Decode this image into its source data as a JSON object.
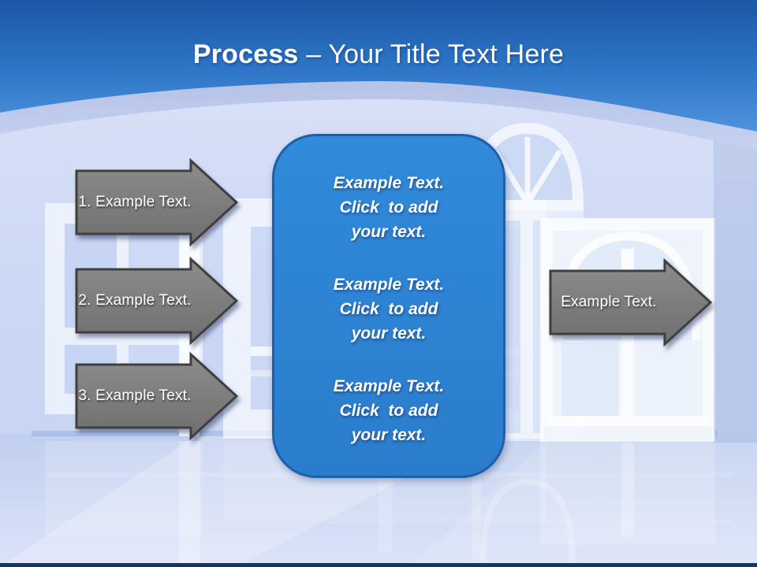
{
  "header": {
    "title_bold": "Process",
    "title_rest": " – Your Title Text Here"
  },
  "left_arrows": [
    {
      "label": "1. Example Text."
    },
    {
      "label": "2. Example Text."
    },
    {
      "label": "3. Example Text."
    }
  ],
  "center_panel": {
    "paragraphs": [
      "Example Text.\nClick  to add\nyour text.",
      "Example Text.\nClick  to add\nyour text.",
      "Example Text.\nClick  to add\nyour text."
    ]
  },
  "right_arrow": {
    "label": "Example Text."
  },
  "background": {
    "scene": "faded white window frames on reflective floor"
  },
  "colors": {
    "header_top": "#1a57a5",
    "header_bottom": "#4e93dc",
    "curve_band": "#b5c3e8",
    "wall": "#cfdaf5",
    "panel_fill": "#2d82d2",
    "panel_border": "#1e5fa6",
    "arrow_fill": "#7d7d7d",
    "arrow_border": "#3f3f3f",
    "text": "#ffffff",
    "bottom_bar": "#17355f"
  }
}
